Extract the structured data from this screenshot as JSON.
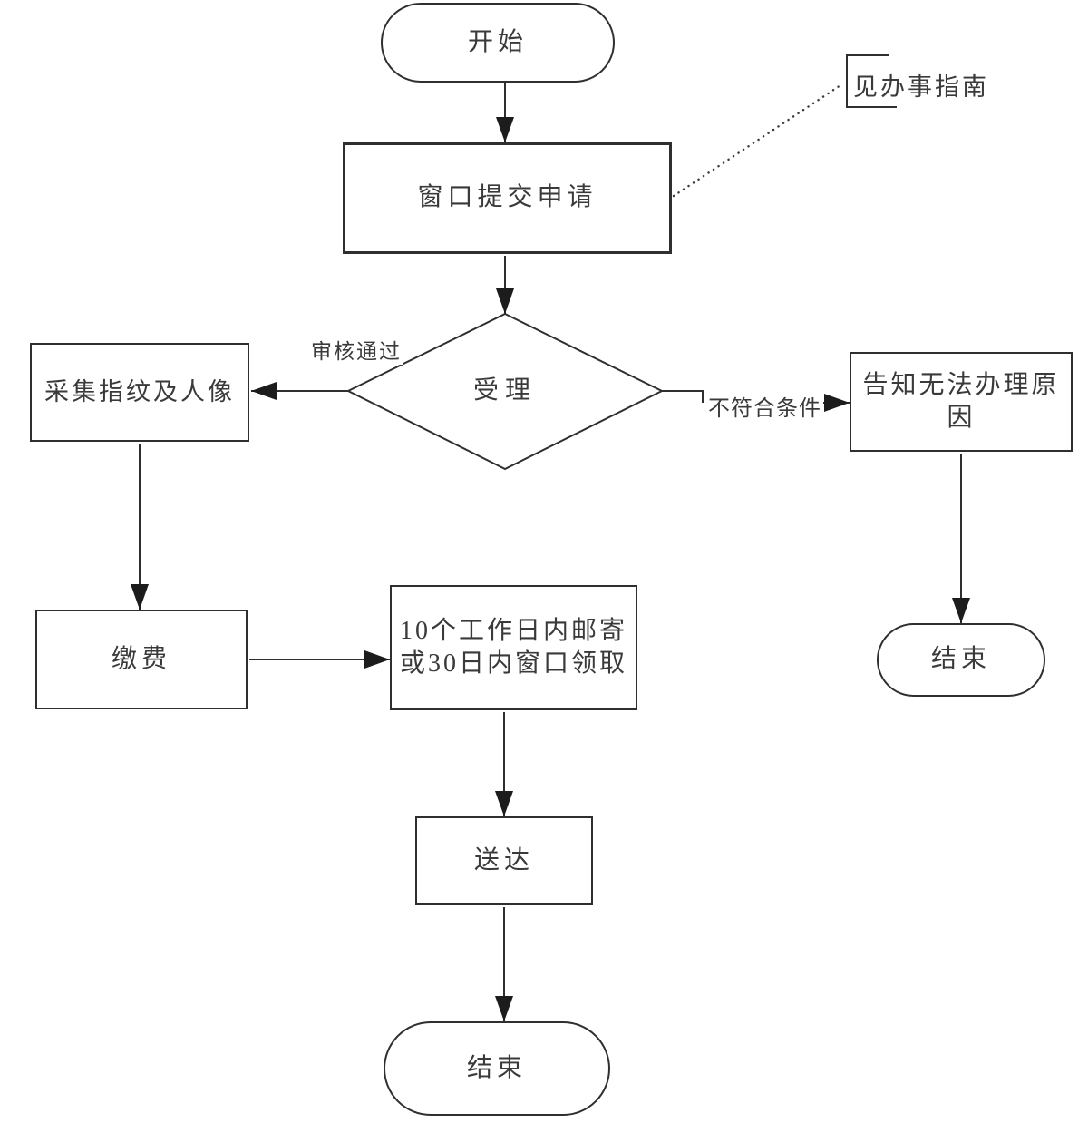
{
  "flowchart": {
    "background": "#ffffff",
    "line_color": "#2f2f2f",
    "text_color": "#3a3a3a",
    "nodes": {
      "start": {
        "shape": "terminator",
        "label": "开始"
      },
      "submit": {
        "shape": "process",
        "label": "窗口提交申请"
      },
      "guide_note": {
        "shape": "annotation",
        "label": "见办事指南"
      },
      "review": {
        "shape": "decision",
        "label": "受理"
      },
      "collect": {
        "shape": "process",
        "label": "采集指纹及人像"
      },
      "pay": {
        "shape": "process",
        "label": "缴费"
      },
      "mail": {
        "shape": "process",
        "line1": "10个工作日内邮寄",
        "line2": "或30日内窗口领取"
      },
      "deliver": {
        "shape": "process",
        "label": "送达"
      },
      "end_main": {
        "shape": "terminator",
        "label": "结束"
      },
      "inform": {
        "shape": "process",
        "line1": "告知无法办理原",
        "line2": "因"
      },
      "end_reject": {
        "shape": "terminator",
        "label": "结束"
      }
    },
    "edge_labels": {
      "approved": "审核通过",
      "rejected": "不符合条件"
    }
  }
}
